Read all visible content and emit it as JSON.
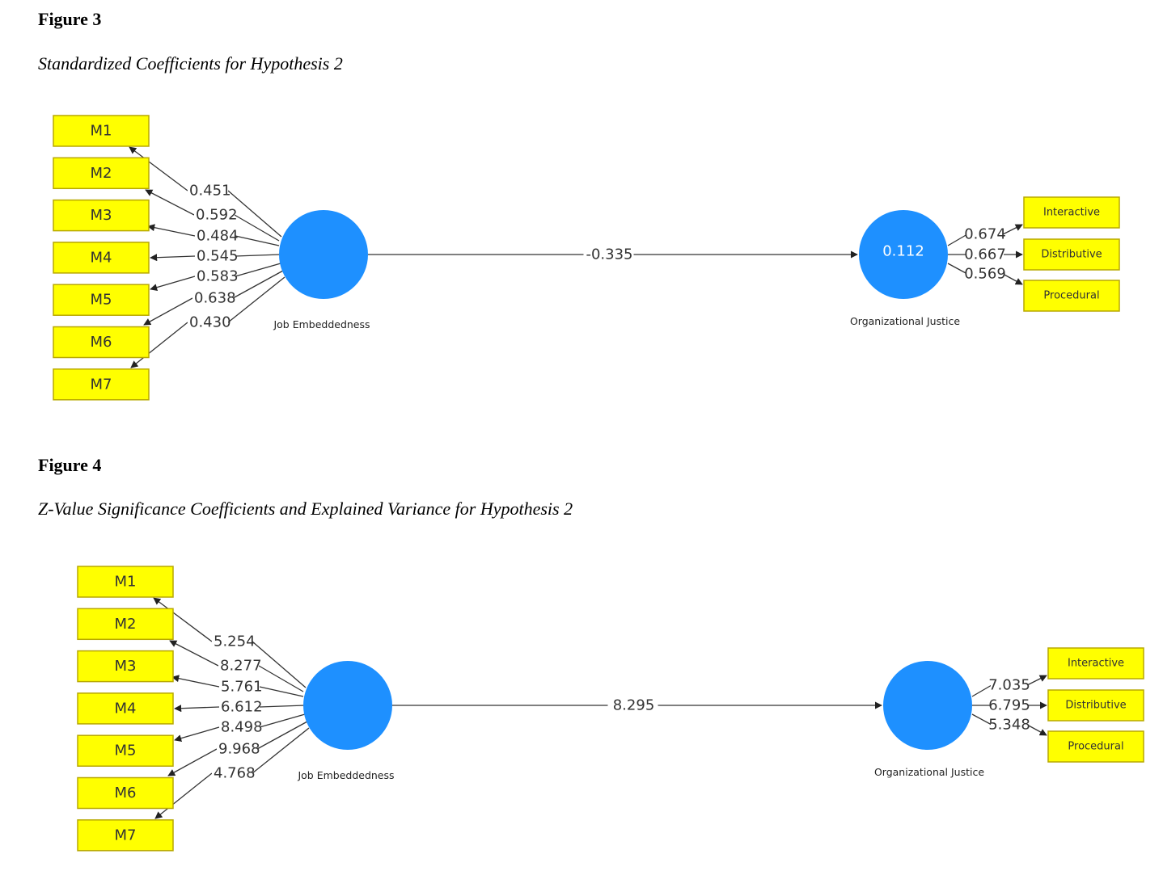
{
  "figures": [
    {
      "label": "Figure 3",
      "caption": "Standardized Coefficients for Hypothesis 2",
      "left_indicators": [
        "M1",
        "M2",
        "M3",
        "M4",
        "M5",
        "M6",
        "M7"
      ],
      "left_coefficients": [
        "0.451",
        "0.592",
        "0.484",
        "0.545",
        "0.583",
        "0.638",
        "0.430"
      ],
      "left_construct": "Job Embeddedness",
      "path_coefficient": "-0.335",
      "right_construct": "Organizational Justice",
      "right_construct_value": "0.112",
      "right_indicators": [
        "Interactive",
        "Distributive",
        "Procedural"
      ],
      "right_coefficients": [
        "0.674",
        "0.667",
        "0.569"
      ]
    },
    {
      "label": "Figure 4",
      "caption": "Z-Value Significance Coefficients and Explained Variance for Hypothesis 2",
      "left_indicators": [
        "M1",
        "M2",
        "M3",
        "M4",
        "M5",
        "M6",
        "M7"
      ],
      "left_coefficients": [
        "5.254",
        "8.277",
        "5.761",
        "6.612",
        "8.498",
        "9.968",
        "4.768"
      ],
      "left_construct": "Job Embeddedness",
      "path_coefficient": "8.295",
      "right_construct": "Organizational Justice",
      "right_construct_value": "",
      "right_indicators": [
        "Interactive",
        "Distributive",
        "Procedural"
      ],
      "right_coefficients": [
        "7.035",
        "6.795",
        "5.348"
      ]
    }
  ],
  "colors": {
    "indicator_fill": "#ffff00",
    "construct_fill": "#1e90ff"
  }
}
